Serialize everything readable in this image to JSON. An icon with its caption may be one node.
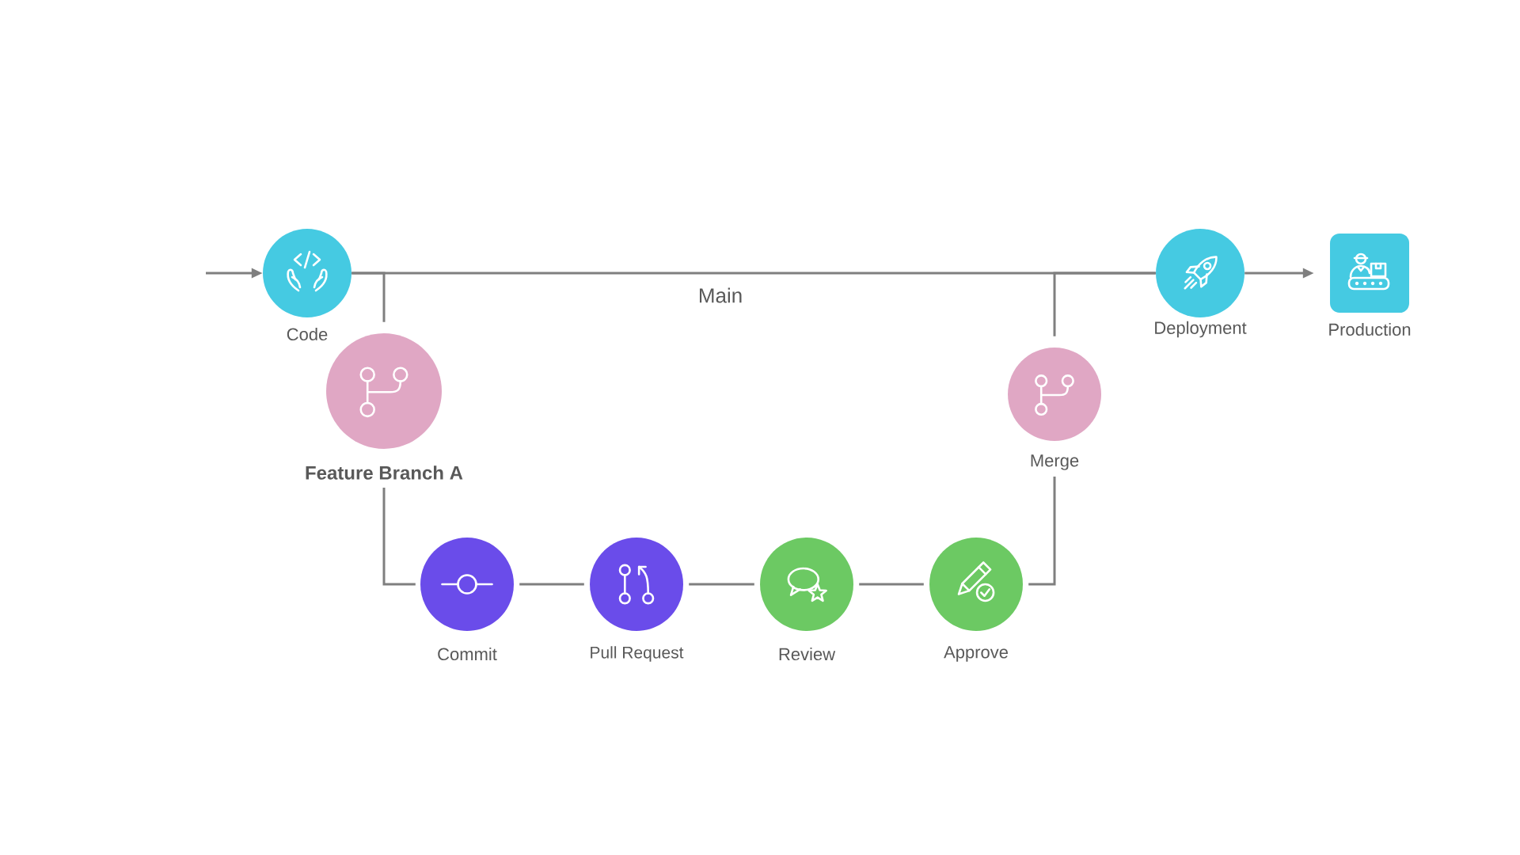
{
  "diagram": {
    "nodes": [
      {
        "text": [
          "Code"
        ]
      },
      {
        "text": [
          "Deployment"
        ]
      },
      {
        "text": [
          "Production"
        ]
      },
      {
        "text": [
          "Feature Branch A"
        ]
      },
      {
        "text": [
          "Merge"
        ]
      },
      {
        "text": [
          "Commit"
        ]
      },
      {
        "text": [
          "Pull Request"
        ]
      },
      {
        "text": [
          "Review"
        ]
      },
      {
        "text": [
          "Approve"
        ]
      }
    ],
    "edges": [
      {
        "from": null,
        "to": 0,
        "arrow": "to"
      },
      {
        "from": 0,
        "to": 1,
        "arrow": "none",
        "label": "Main"
      },
      {
        "from": 0,
        "to": 3,
        "arrow": "none"
      },
      {
        "from": 3,
        "to": 5,
        "arrow": "none"
      },
      {
        "from": 5,
        "to": 6,
        "arrow": "none"
      },
      {
        "from": 6,
        "to": 7,
        "arrow": "none"
      },
      {
        "from": 7,
        "to": 8,
        "arrow": "none"
      },
      {
        "from": 8,
        "to": 4,
        "arrow": "none"
      },
      {
        "from": 4,
        "to": 1,
        "arrow": "none"
      },
      {
        "from": 1,
        "to": 2,
        "arrow": "to"
      }
    ]
  }
}
